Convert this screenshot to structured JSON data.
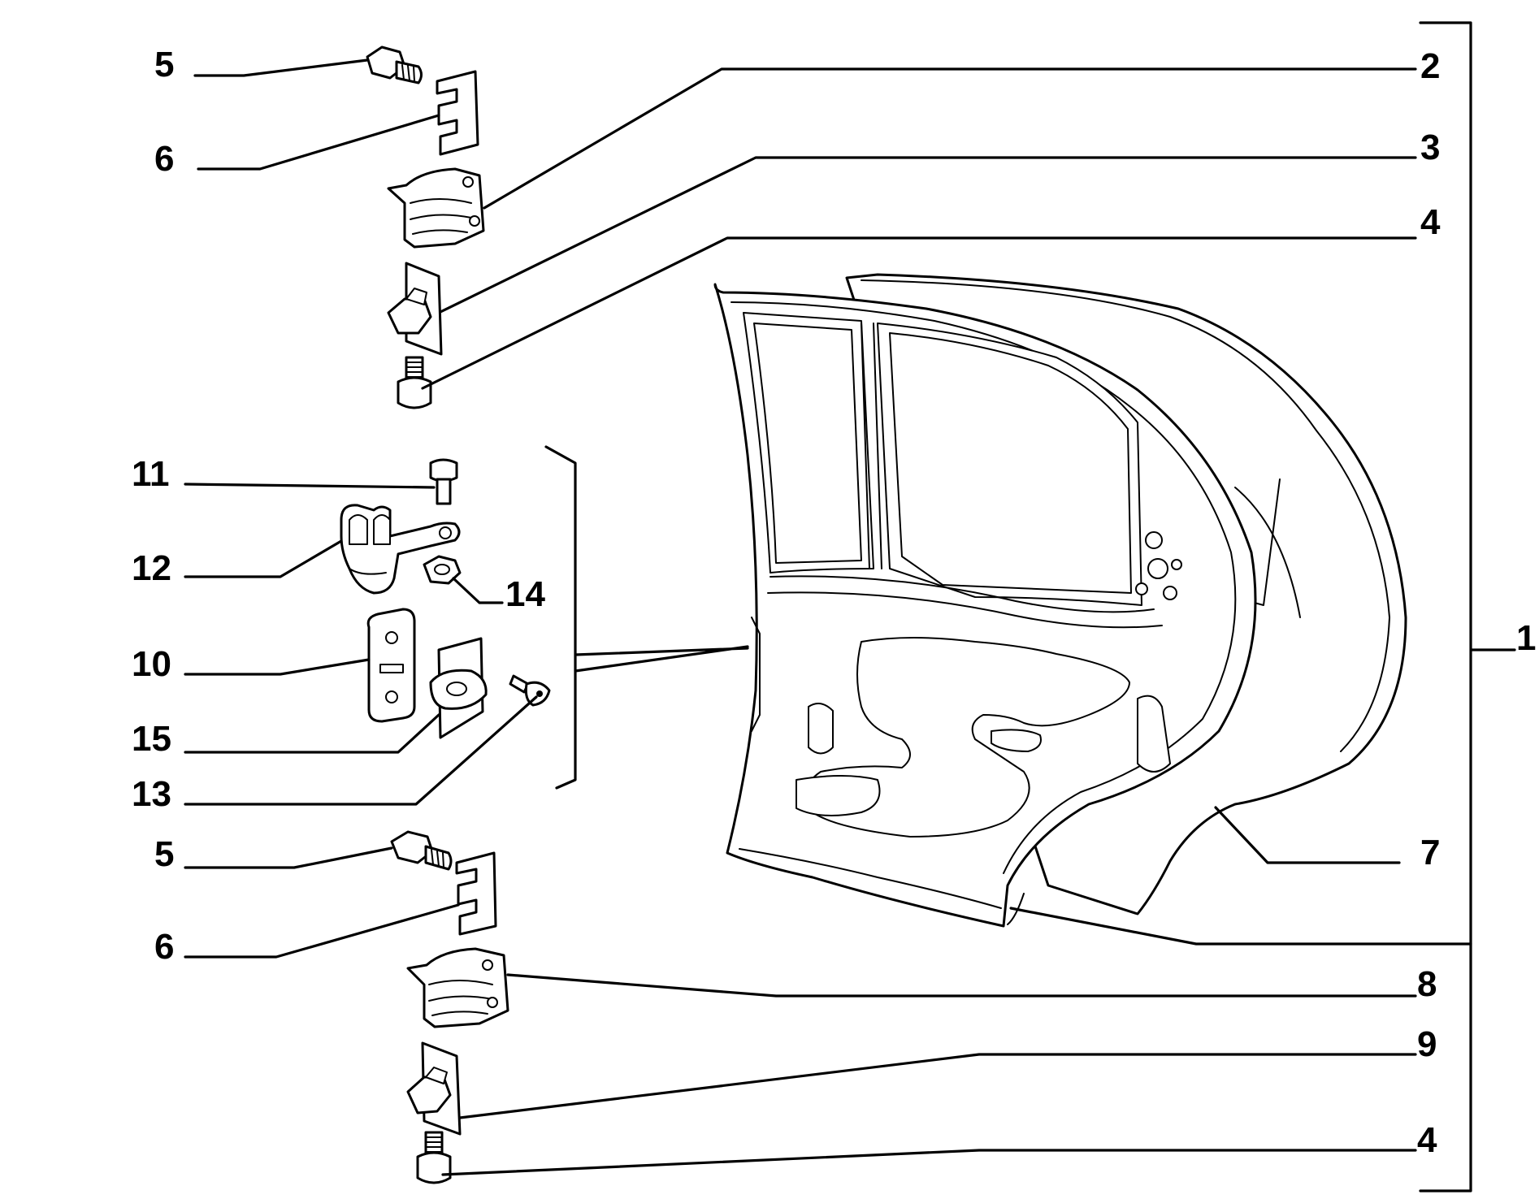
{
  "callouts": {
    "c1": "1",
    "c2": "2",
    "c3": "3",
    "c4_top": "4",
    "c4_bottom": "4",
    "c5_top": "5",
    "c5_bottom": "5",
    "c6_top": "6",
    "c6_bottom": "6",
    "c7": "7",
    "c8": "8",
    "c9": "9",
    "c10": "10",
    "c11": "11",
    "c12": "12",
    "c13": "13",
    "c14": "14",
    "c15": "15"
  }
}
